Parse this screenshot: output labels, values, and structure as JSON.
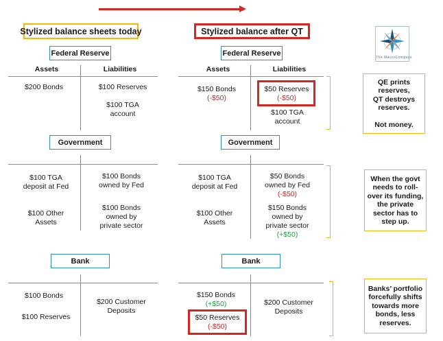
{
  "title_today": "Stylized balance sheets today",
  "title_after": "Stylized balance after QT",
  "sections": {
    "fed": "Federal Reserve",
    "gov": "Government",
    "bank": "Bank"
  },
  "columns": {
    "assets": "Assets",
    "liabilities": "Liabilities"
  },
  "today": {
    "fed_assets": "$200 Bonds",
    "fed_liab_1": "$100 Reserves",
    "fed_liab_2a": "$100 TGA",
    "fed_liab_2b": "account",
    "gov_assets_1a": "$100 TGA",
    "gov_assets_1b": "deposit at Fed",
    "gov_assets_2a": "$100 Other",
    "gov_assets_2b": "Assets",
    "gov_liab_1a": "$100 Bonds",
    "gov_liab_1b": "owned by Fed",
    "gov_liab_2a": "$100 Bonds",
    "gov_liab_2b": "owned by",
    "gov_liab_2c": "private sector",
    "bank_assets_1": "$100 Bonds",
    "bank_assets_2": "$100 Reserves",
    "bank_liab_a": "$200 Customer",
    "bank_liab_b": "Deposits"
  },
  "after": {
    "fed_assets_a": "$150 Bonds",
    "fed_assets_b": "(-$50)",
    "fed_liab_1a": "$50 Reserves",
    "fed_liab_1b": "(-$50)",
    "fed_liab_2a": "$100 TGA",
    "fed_liab_2b": "account",
    "gov_assets_1a": "$100 TGA",
    "gov_assets_1b": "deposit at Fed",
    "gov_assets_2a": "$100 Other",
    "gov_assets_2b": "Assets",
    "gov_liab_1a": "$50 Bonds",
    "gov_liab_1b": "owned by Fed",
    "gov_liab_1c": "(-$50)",
    "gov_liab_2a": "$150 Bonds",
    "gov_liab_2b": "owned by",
    "gov_liab_2c": "private sector",
    "gov_liab_2d": "(+$50)",
    "bank_assets_1a": "$150 Bonds",
    "bank_assets_1b": "(+$50)",
    "bank_assets_2a": "$50 Reserves",
    "bank_assets_2b": "(-$50)",
    "bank_liab_a": "$200 Customer",
    "bank_liab_b": "Deposits"
  },
  "notes": {
    "fed": [
      "QE prints",
      "reserves,",
      "QT destroys",
      "reserves.",
      "",
      "Not money."
    ],
    "gov": [
      "When the govt",
      "needs to roll-",
      "over its funding,",
      "the private",
      "sector has to",
      "step up."
    ],
    "bank": [
      "Banks’ portfolio",
      "forcefully shifts",
      "towards more",
      "bonds, less",
      "reserves."
    ]
  },
  "logo_text": "The MacroCompass",
  "colors": {
    "accent_red": "#d7261e",
    "accent_yellow": "#f2b705",
    "header_blue": "#2b8fc6",
    "negative": "#c0282d",
    "positive": "#1e9e46"
  }
}
